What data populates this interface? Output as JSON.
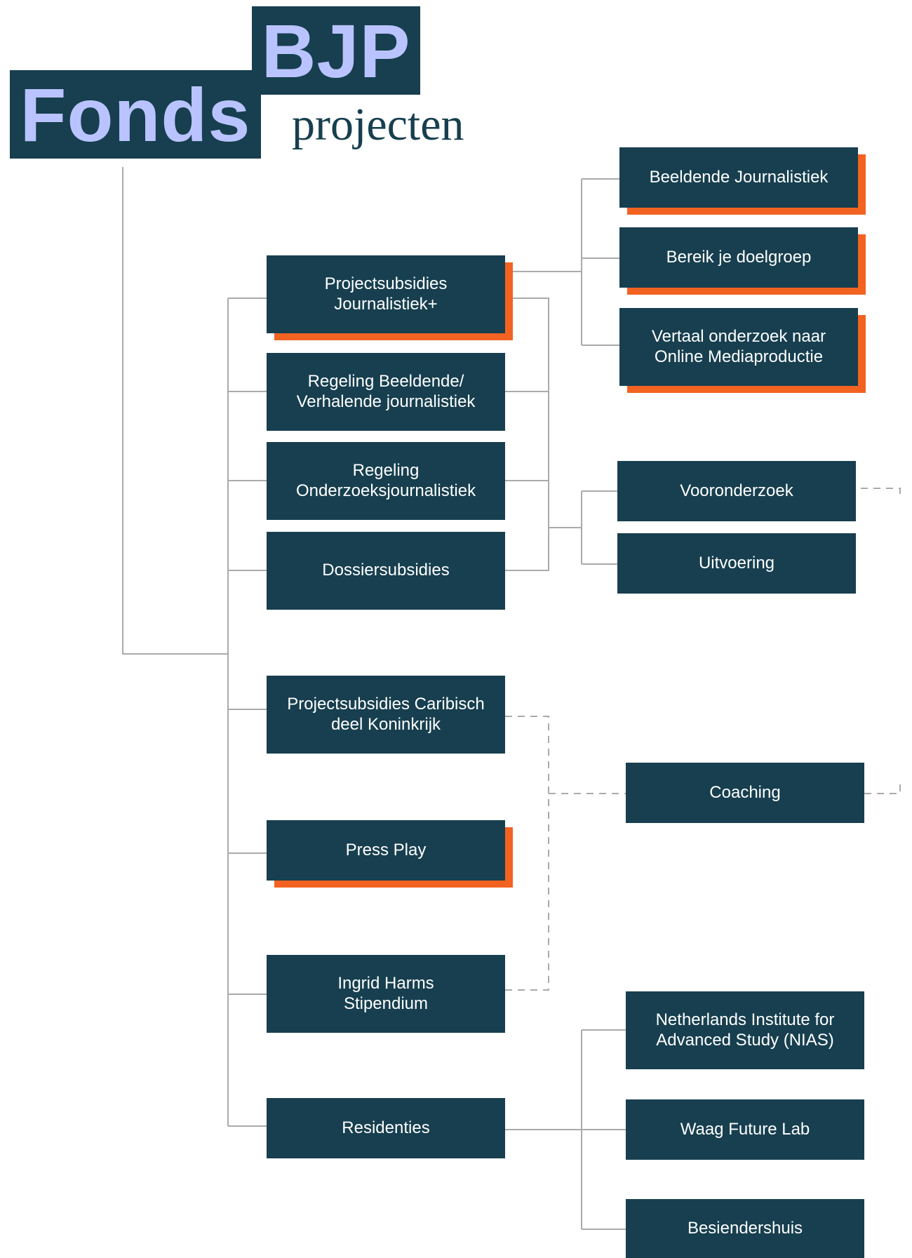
{
  "logo": {
    "word1": "BJP",
    "word2": "Fonds",
    "subtitle": "projecten"
  },
  "nodes": {
    "projectsubsidies_journalistiek_plus": "Projectsubsidies\nJournalistiek+",
    "regeling_beeldende_verhalende": "Regeling Beeldende/\nVerhalende journalistiek",
    "regeling_onderzoeksjournalistiek": "Regeling\nOnderzoeksjournalistiek",
    "dossiersubsidies": "Dossiersubsidies",
    "projectsubsidies_caribisch": "Projectsubsidies Caribisch\ndeel Koninkrijk",
    "press_play": "Press Play",
    "ingrid_harms": "Ingrid Harms\nStipendium",
    "residenties": "Residenties",
    "beeldende_journalistiek": "Beeldende Journalistiek",
    "bereik_je_doelgroep": "Bereik je doelgroep",
    "vertaal_onderzoek": "Vertaal onderzoek naar\nOnline Mediaproductie",
    "vooronderzoek": "Vooronderzoek",
    "uitvoering": "Uitvoering",
    "coaching": "Coaching",
    "nias": "Netherlands Institute for\nAdvanced  Study (NIAS)",
    "waag_future_lab": "Waag Future Lab",
    "besiendershuis": "Besiendershuis"
  },
  "colors": {
    "box": "#173f4f",
    "accent": "#f26322",
    "logo_text": "#b9c3ff",
    "line": "#aaaaaa"
  }
}
